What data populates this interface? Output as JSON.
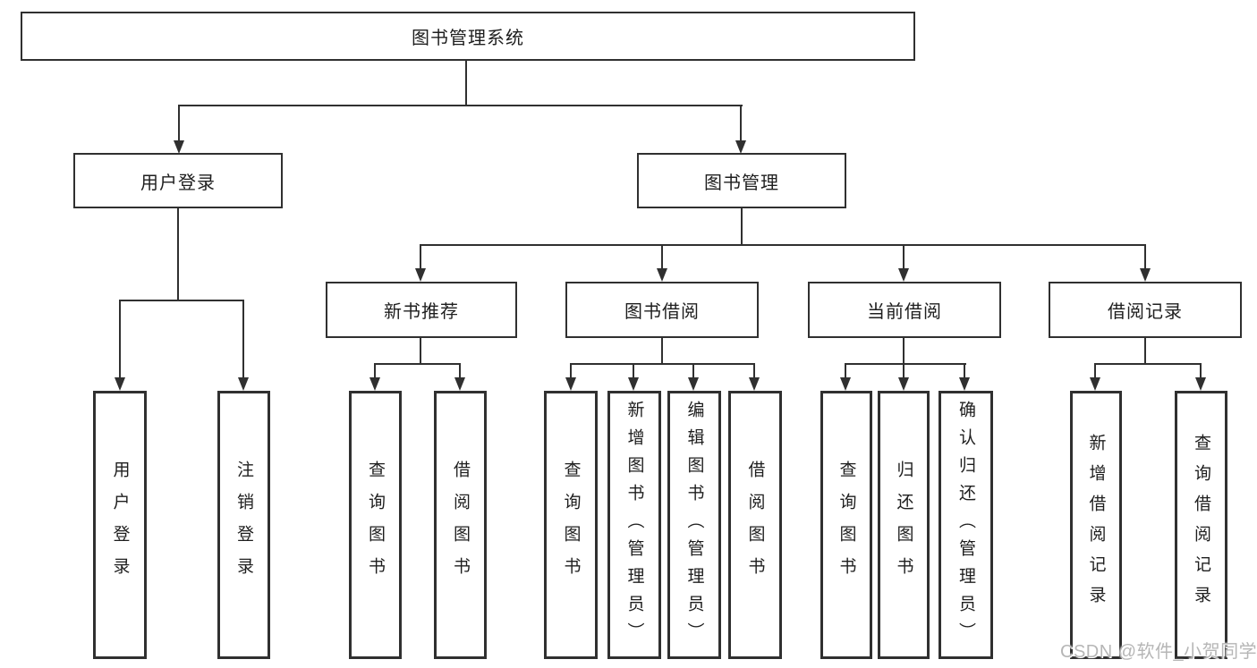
{
  "tree": {
    "label": "图书管理系统",
    "children": [
      {
        "label": "用户登录",
        "children": [
          {
            "label": "用户登录"
          },
          {
            "label": "注销登录"
          }
        ]
      },
      {
        "label": "图书管理",
        "children": [
          {
            "label": "新书推荐",
            "children": [
              {
                "label": "查询图书"
              },
              {
                "label": "借阅图书"
              }
            ]
          },
          {
            "label": "图书借阅",
            "children": [
              {
                "label": "查询图书"
              },
              {
                "label": "新增图书（管理员）"
              },
              {
                "label": "编辑图书（管理员）"
              },
              {
                "label": "借阅图书"
              }
            ]
          },
          {
            "label": "当前借阅",
            "children": [
              {
                "label": "查询图书"
              },
              {
                "label": "归还图书"
              },
              {
                "label": "确认归还（管理员）"
              }
            ]
          },
          {
            "label": "借阅记录",
            "children": [
              {
                "label": "新增借阅记录"
              },
              {
                "label": "查询借阅记录"
              }
            ]
          }
        ]
      }
    ]
  },
  "watermark": "CSDN @软件_小贺同学",
  "colors": {
    "line": "#303030",
    "text": "#1e1e1e",
    "watermark": "#b6b6b6",
    "background": "#ffffff"
  }
}
